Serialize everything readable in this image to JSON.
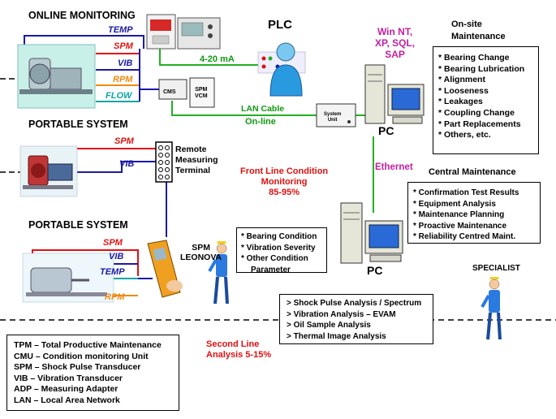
{
  "labels": {
    "online_monitoring": "ONLINE MONITORING",
    "portable_system_1": "PORTABLE SYSTEM",
    "portable_system_2": "PORTABLE SYSTEM",
    "plc": "PLC",
    "win_os": [
      "Win NT,",
      "XP, SQL,",
      "SAP"
    ],
    "onsite_title": [
      "On-site",
      "Maintenance"
    ],
    "central_title": "Central Maintenance",
    "specialist": "SPECIALIST",
    "ma_4_20": "4-20 mA",
    "lan_cable": "LAN Cable",
    "on_line": "On-line",
    "ethernet": "Ethernet",
    "pc_top": "PC",
    "pc_bottom": "PC",
    "remote_terminal": [
      "Remote",
      "Measuring",
      "Terminal"
    ],
    "spm_leonova": [
      "SPM",
      "LEONOVA"
    ],
    "cms": "CMS",
    "spm_vcm": [
      "SPM",
      "VCM"
    ],
    "system_unit": [
      "System",
      "Unit"
    ]
  },
  "signals": {
    "online": [
      "TEMP",
      "SPM",
      "VIB",
      "RPM",
      "FLOW"
    ],
    "portable_1": [
      "SPM",
      "VIB"
    ],
    "portable_2": [
      "SPM",
      "VIB",
      "TEMP",
      "RPM"
    ]
  },
  "front_line": [
    "Front Line Condition",
    "Monitoring",
    "85-95%"
  ],
  "second_line": [
    "Second Line",
    "Analysis 5-15%"
  ],
  "onsite_items": [
    "* Bearing Change",
    "* Bearing Lubrication",
    "* Alignment",
    "* Looseness",
    "* Leakages",
    "* Coupling Change",
    "* Part Replacements",
    "* Others, etc."
  ],
  "central_items": [
    "* Confirmation Test Results",
    "* Equipment Analysis",
    "* Maintenance Planning",
    "* Proactive Maintenance",
    "* Reliability Centred Maint."
  ],
  "condition_items": [
    "* Bearing Condition",
    "* Vibration Severity",
    "* Other Condition",
    "Parameter"
  ],
  "analysis_items": [
    "> Shock Pulse Analysis / Spectrum",
    "> Vibration Analysis – EVAM",
    "> Oil Sample Analysis",
    "> Thermal Image Analysis"
  ],
  "legend_items": [
    "TPM – Total Productive Maintenance",
    "CMU – Condition monitoring Unit",
    "SPM – Shock Pulse Transducer",
    "VIB  – Vibration Transducer",
    "ADP  – Measuring Adapter",
    "LAN  – Local Area Network"
  ],
  "colors": {
    "temp": "#1a1aa6",
    "spm": "#e01010",
    "vib": "#1a1aa6",
    "rpm": "#f08a10",
    "flow": "#0aa6a6",
    "network": "#22b022",
    "os_text": "#c21fa0",
    "ethernet": "#c21fa0",
    "alert": "#e01010"
  }
}
